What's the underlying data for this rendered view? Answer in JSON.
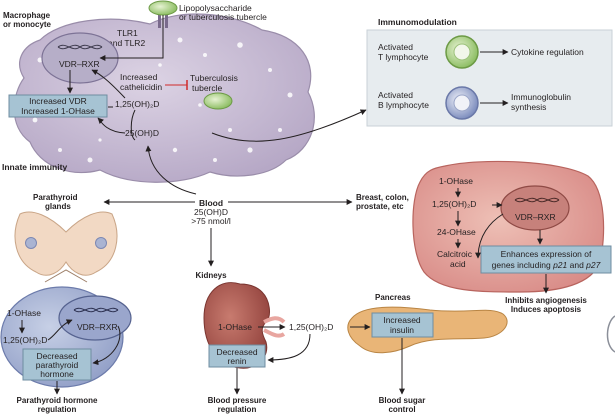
{
  "macrophage": {
    "title_line1": "Macrophage",
    "title_line2": "or monocyte",
    "lps_line1": "Lipopolysaccharide",
    "lps_line2": "or tuberculosis tubercle",
    "tlr_line1": "TLR1",
    "tlr_line2": "and TLR2",
    "vdr_rxr": "VDR–RXR",
    "box_line1": "Increased VDR",
    "box_line2": "Increased 1-OHase",
    "calcitriol": "1,25(OH)₂D",
    "cathelicidin_line1": "Increased",
    "cathelicidin_line2": "cathelicidin",
    "tb_line1": "Tuberculosis",
    "tb_line2": "tubercle",
    "calcidiol": "25(OH)D"
  },
  "innate_immunity": "Innate immunity",
  "immunomodulation": {
    "title": "Immunomodulation",
    "t_line1": "Activated",
    "t_line2": "T lymphocyte",
    "t_result": "Cytokine regulation",
    "b_line1": "Activated",
    "b_line2": "B lymphocyte",
    "b_result_line1": "Immunoglobulin",
    "b_result_line2": "synthesis"
  },
  "blood": {
    "line1": "Blood",
    "line2": "25(OH)D",
    "line3": ">75 nmol/l"
  },
  "parathyroid": {
    "title_line1": "Parathyroid",
    "title_line2": "glands",
    "ohase": "1-OHase",
    "calcitriol": "1,25(OH)₂D",
    "vdr_rxr": "VDR–RXR",
    "box_line1": "Decreased",
    "box_line2": "parathyroid",
    "box_line3": "hormone",
    "outcome_line1": "Parathyroid hormone",
    "outcome_line2": "regulation"
  },
  "kidneys": {
    "title": "Kidneys",
    "ohase": "1-OHase",
    "calcitriol": "1,25(OH)₂D",
    "box_line1": "Decreased",
    "box_line2": "renin",
    "outcome_line1": "Blood pressure",
    "outcome_line2": "regulation"
  },
  "pancreas": {
    "title": "Pancreas",
    "box_line1": "Increased",
    "box_line2": "insulin",
    "outcome_line1": "Blood sugar",
    "outcome_line2": "control"
  },
  "cancer": {
    "title_line1": "Breast, colon,",
    "title_line2": "prostate, etc",
    "ohase": "1-OHase",
    "calcitriol": "1,25(OH)₂D",
    "vdr_rxr": "VDR–RXR",
    "ohase24": "24-OHase",
    "calcitroic_line1": "Calcitroic",
    "calcitroic_line2": "acid",
    "box_line1": "Enhances expression of",
    "box_line2_prefix": "genes including ",
    "gene1": "p21",
    "box_line2_and": " and ",
    "gene2": "p27",
    "outcome_line1": "Inhibits angiogenesis",
    "outcome_line2": "Induces apoptosis"
  },
  "colors": {
    "cell_fill": "#c8bdd3",
    "box_fill": "#a6c3d3",
    "panel_fill": "#e7ecef",
    "kidney_fill": "#a8574e",
    "pancreas_fill": "#e9b577",
    "thyroid_fill": "#f2d9c4",
    "tumor_fill": "#e4a09a",
    "parathyroid_fill": "#aab4d2"
  }
}
